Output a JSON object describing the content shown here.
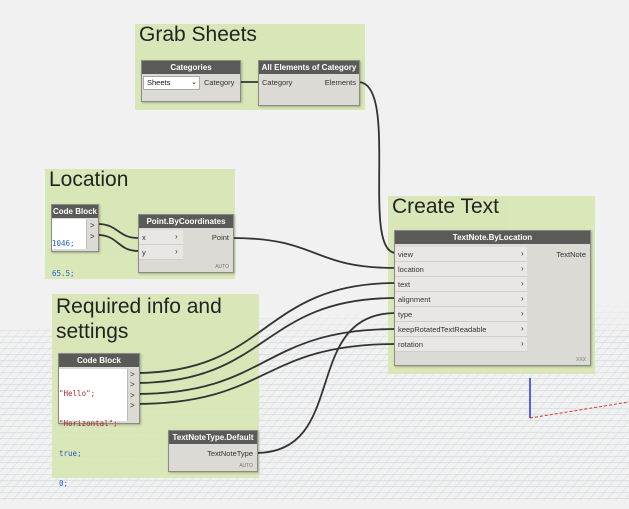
{
  "groups": {
    "grab_sheets": "Grab Sheets",
    "location": "Location",
    "required_info": "Required info and\nsettings",
    "create_text": "Create Text"
  },
  "nodes": {
    "categories": {
      "title": "Categories",
      "selected": "Sheets",
      "output": "Category"
    },
    "all_elements": {
      "title": "All Elements of Category",
      "input": "Category",
      "output": "Elements"
    },
    "code_block_1": {
      "title": "Code Block",
      "line1": "1046;",
      "line2": "65.5;"
    },
    "point": {
      "title": "Point.ByCoordinates",
      "input_x": "x",
      "input_y": "y",
      "output": "Point",
      "lacing": "AUTO"
    },
    "code_block_2": {
      "title": "Code Block",
      "line1": "\"Hello\";",
      "line2": "\"Horizontal\";",
      "line3": "true;",
      "line4": "0;"
    },
    "textnotetype": {
      "title": "TextNoteType.Default",
      "output": "TextNoteType",
      "lacing": "AUTO"
    },
    "textnote": {
      "title": "TextNote.ByLocation",
      "inputs": [
        "view",
        "location",
        "text",
        "alignment",
        "type",
        "keepRotatedTextReadable",
        "rotation"
      ],
      "output": "TextNote",
      "lacing": "XXX"
    }
  }
}
